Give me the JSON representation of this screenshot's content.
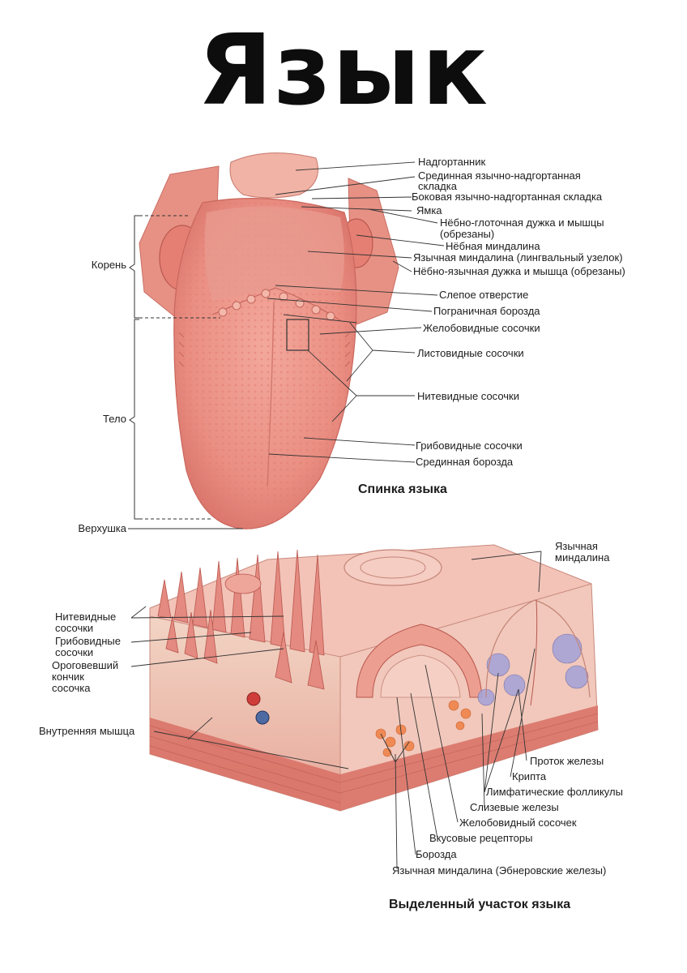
{
  "title": "Язык",
  "dorsum": {
    "caption": "Спинка языка",
    "regions": {
      "root": "Корень",
      "body": "Тело",
      "apex": "Верхушка"
    },
    "labels": {
      "epiglottis": "Надгортанник",
      "median_fold_1": "Срединная язычно-надгортанная",
      "median_fold_2": "складка",
      "lateral_fold": "Боковая язычно-надгортанная складка",
      "vallecula": "Ямка",
      "pharyngeal_arch_1": "Нёбно-глоточная дужка и мышцы",
      "pharyngeal_arch_2": "(обрезаны)",
      "palatine_tonsil": "Нёбная миндалина",
      "lingual_tonsil": "Язычная миндалина (лингвальный узелок)",
      "glossal_arch": "Нёбно-язычная дужка и мышца (обрезаны)",
      "foramen_cecum": "Слепое отверстие",
      "terminal_sulcus": "Пограничная борозда",
      "vallate_papillae": "Желобовидные сосочки",
      "foliate_papillae": "Листовидные сосочки",
      "filiform_papillae": "Нитевидные сосочки",
      "fungiform_papillae": "Грибовидные сосочки",
      "median_sulcus": "Срединная борозда"
    }
  },
  "section": {
    "caption": "Выделенный участок языка",
    "labels": {
      "lingual_tonsil_1": "Язычная",
      "lingual_tonsil_2": "миндалина",
      "filiform_1": "Нитевидные",
      "filiform_2": "сосочки",
      "fungiform_1": "Грибовидные",
      "fungiform_2": "сосочки",
      "keratin_1": "Ороговевший",
      "keratin_2": "кончик",
      "keratin_3": "сосочка",
      "intrinsic_muscle": "Внутренняя мышца",
      "gland_duct": "Проток железы",
      "crypt": "Крипта",
      "lymph_follicles": "Лимфатические фолликулы",
      "mucous_glands": "Слизевые железы",
      "vallate_papilla": "Желобовидный сосочек",
      "taste_buds": "Вкусовые рецепторы",
      "furrow": "Борозда",
      "ebner_glands": "Язычная миндалина (Эбнеровские железы)"
    }
  }
}
